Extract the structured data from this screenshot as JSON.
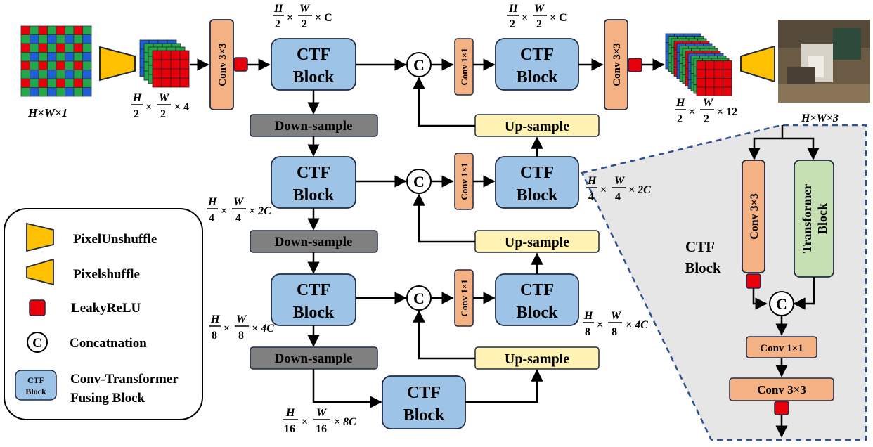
{
  "colors": {
    "blue": "#9dc3e6",
    "blue_border": "#1f2a44",
    "orange": "#f4b183",
    "grey": "#808080",
    "yellow": "#fff2b3",
    "green": "#c6e0b4",
    "red": "#e8000b",
    "gold": "#ffc000",
    "dash": "#2f4f8f",
    "panel": "#e6e6e6"
  },
  "blocks": {
    "ctf_line1": "CTF",
    "ctf_line2": "Block",
    "conv3": "Conv 3×3",
    "conv1": "Conv 1×1",
    "down": "Down-sample",
    "up": "Up-sample",
    "concat": "C",
    "transformer_line1": "Transformer",
    "transformer_line2": "Block"
  },
  "dims": {
    "input": "H×W×1",
    "output": "H×W×3",
    "unshuffled": {
      "left": "H/2 × W/2",
      "right": "× 4"
    },
    "level1_in": "H/2 × W/2 × C",
    "level1_out": "H/2 × W/2 × C",
    "shuffled": {
      "left": "H/2 × W/2",
      "right": "× 12"
    },
    "level2": "H/4 × W/4 × 2C",
    "level2_right": "H/4 × W/4 × 2C",
    "level3": "H/8 × W/8 × 4C",
    "level3_right": "H/8 × W/8 × 4C",
    "bottleneck": "H/16 × W/16 × 8C"
  },
  "legend": {
    "pixelunshuffle": "PixelUnshuffle",
    "pixelshuffle": "Pixelshuffle",
    "leakyrelu": "LeakyReLU",
    "concatenation": "Concatnation",
    "ctf_icon_line1": "CTF",
    "ctf_icon_line2": "Block",
    "ctf_desc_line1": "Conv-Transformer",
    "ctf_desc_line2": "Fusing Block"
  },
  "detail": {
    "title_line1": "CTF",
    "title_line2": "Block"
  },
  "fractions": {
    "H": "H",
    "W": "W",
    "two": "2",
    "four": "4",
    "eight": "8",
    "sixteen": "16",
    "C": "C",
    "x4": "× 4",
    "x12": "× 12",
    "xC": "× C",
    "x2C": "× 2C",
    "x4C": "× 4C",
    "x8C": "× 8C",
    "times": "×",
    "HxWx1": "H×W×1",
    "HxWx3": "H×W×3"
  }
}
